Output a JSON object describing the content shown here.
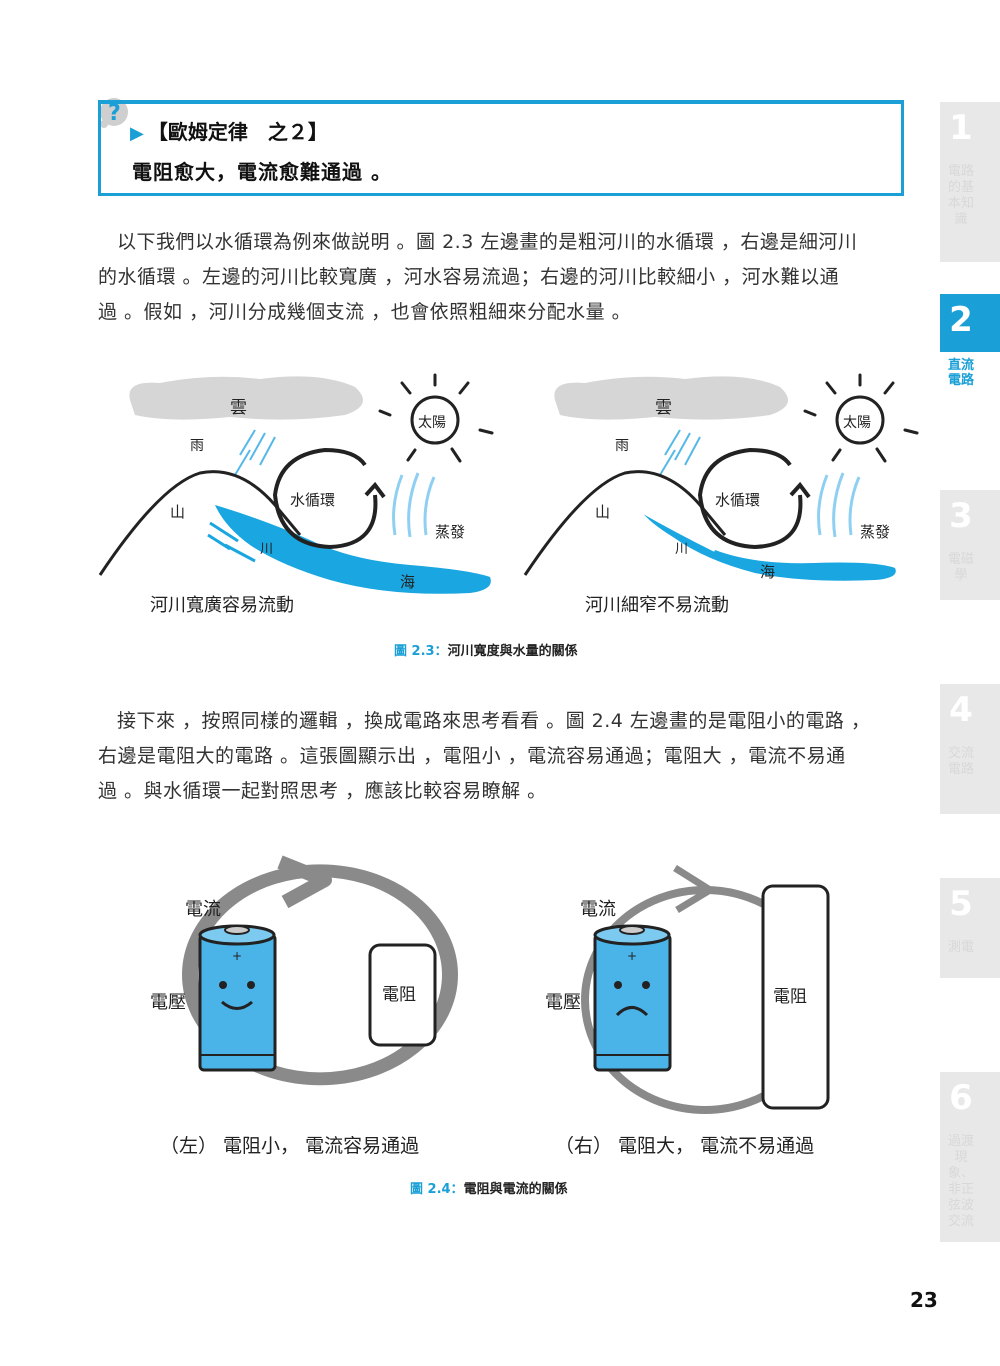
{
  "rule": {
    "title": "【歐姆定律　之２】",
    "statement": "電阻愈大，電流愈難通過 。"
  },
  "paragraphs": {
    "p1": [
      "以下我們以水循環為例來做説明 。圖 2.3 左邊畫的是粗河川的水循環 ，右邊是細河川",
      "的水循環 。左邊的河川比較寬廣 ，河水容易流過；右邊的河川比較細小 ，河水難以通",
      "過 。假如 ，河川分成幾個支流 ，也會依照粗細來分配水量 。"
    ],
    "p2": [
      "接下來 ，按照同樣的邏輯 ，換成電路來思考看看 。圖 2.4 左邊畫的是電阻小的電路 ，",
      "右邊是電阻大的電路 。這張圖顯示出 ，電阻小 ，電流容易通過；電阻大 ，電流不易通",
      "過 。與水循環一起對照思考 ，應該比較容易瞭解 。"
    ]
  },
  "figure1": {
    "caption_num": "圖 2.3：",
    "caption_text": "河川寬度與水量的關係",
    "labels": {
      "cloud": "雲",
      "sun": "太陽",
      "rain": "雨",
      "mountain": "山",
      "river": "川",
      "water_cycle": "水循環",
      "evaporation": "蒸發",
      "sea": "海"
    },
    "left_caption": "河川寬廣容易流動",
    "right_caption": "河川細窄不易流動"
  },
  "figure2": {
    "caption_num": "圖 2.4：",
    "caption_text": "電阻與電流的關係",
    "labels": {
      "current": "電流",
      "voltage": "電壓",
      "resistor": "電阻"
    },
    "left_caption": "（左） 電阻小， 電流容易通過",
    "right_caption": "（右） 電阻大， 電流不易通過"
  },
  "side_tabs": [
    {
      "num": "1",
      "label": "電路的基本知識",
      "active": false
    },
    {
      "num": "2",
      "label": "直流電路",
      "active": true
    },
    {
      "num": "3",
      "label": "電磁學",
      "active": false
    },
    {
      "num": "4",
      "label": "交流電路",
      "active": false
    },
    {
      "num": "5",
      "label": "測電",
      "active": false
    },
    {
      "num": "6",
      "label": "過渡現象、非正弦波交流",
      "active": false
    }
  ],
  "page_number": "23",
  "colors": {
    "accent": "#1a9fd6",
    "water": "#1aa6e0",
    "battery": "#4ab3e8",
    "arrow_gray": "#8a8a8a",
    "cloud": "#d6d6d6"
  }
}
